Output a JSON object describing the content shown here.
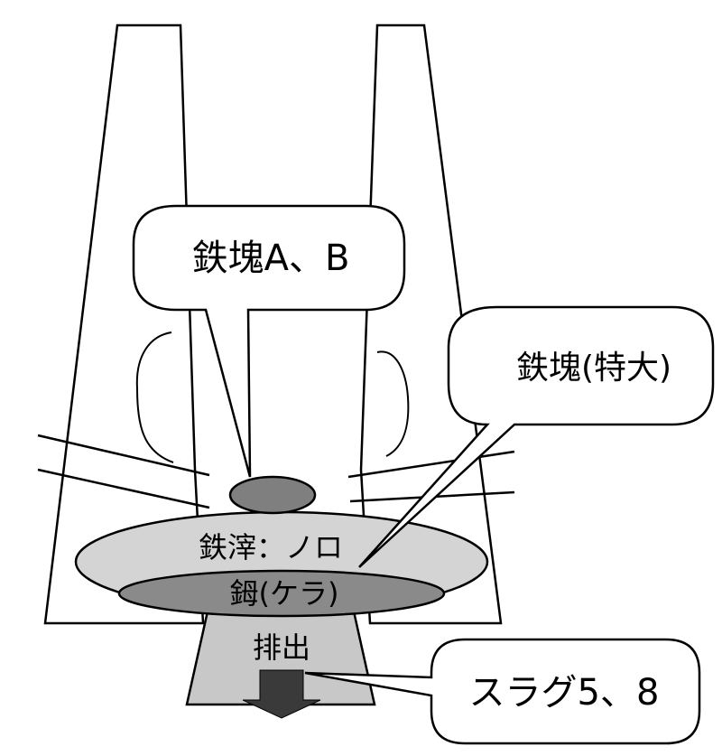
{
  "labels": {
    "callout_iron_lump_ab": "鉄塊A、B",
    "callout_iron_lump_large": "鉄塊(特大)",
    "slag_layer": "鉄滓：ノロ",
    "kera_layer": "鉧(ケラ)",
    "discharge": "排出",
    "callout_slag": "スラグ5、8"
  },
  "colors": {
    "outline": "#000000",
    "slag_fill": "#d4d4d4",
    "kera_fill": "#8a8a8a",
    "lump_fill": "#7f7f7f",
    "trough_fill": "#c8c8c8",
    "arrow_fill": "#3a3a3a",
    "callout_fill": "#ffffff"
  }
}
